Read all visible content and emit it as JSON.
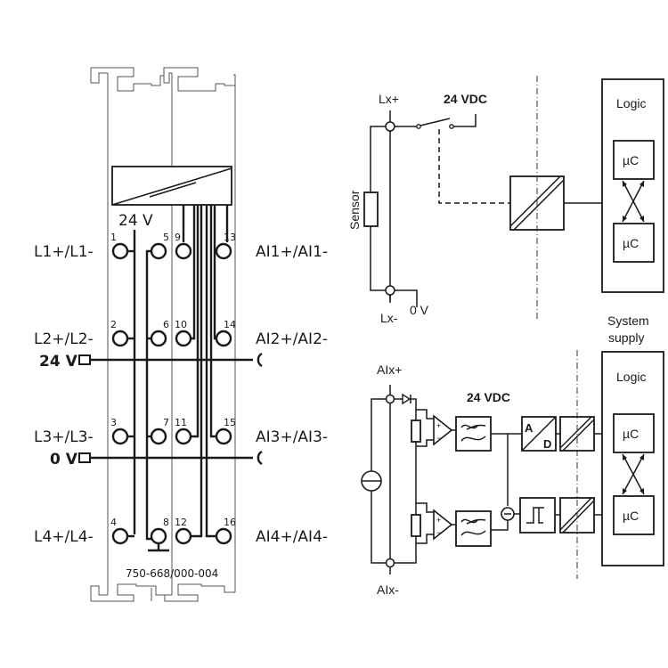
{
  "terminal_block": {
    "part_number": "750-668/000-004",
    "supply_label": "24 V",
    "left_labels": [
      "L1+/L1-",
      "L2+/L2-",
      "L3+/L3-",
      "L4+/L4-"
    ],
    "right_labels": [
      "AI1+/AI1-",
      "AI2+/AI2-",
      "AI3+/AI3-",
      "AI4+/AI4-"
    ],
    "rail_labels": [
      "24 V",
      "0 V"
    ],
    "terminal_numbers": {
      "col1": [
        "1",
        "2",
        "3",
        "4"
      ],
      "col2": [
        "5",
        "6",
        "7",
        "8"
      ],
      "col3": [
        "9",
        "10",
        "11",
        "12"
      ],
      "col4": [
        "13",
        "14",
        "15",
        "16"
      ]
    }
  },
  "sensor_circuit": {
    "top_terminal": "Lx+",
    "bottom_terminal": "Lx-",
    "supply": "24 VDC",
    "ground": "0 V",
    "sensor_label": "Sensor",
    "logic_label": "Logic",
    "uc_labels": [
      "µC",
      "µC"
    ]
  },
  "analog_circuit": {
    "top_terminal": "AIx+",
    "bottom_terminal": "AIx-",
    "supply": "24 VDC",
    "adc_a": "A",
    "adc_d": "D",
    "system_supply": [
      "System",
      "supply"
    ],
    "logic_label": "Logic",
    "uc_labels": [
      "µC",
      "µC"
    ]
  }
}
